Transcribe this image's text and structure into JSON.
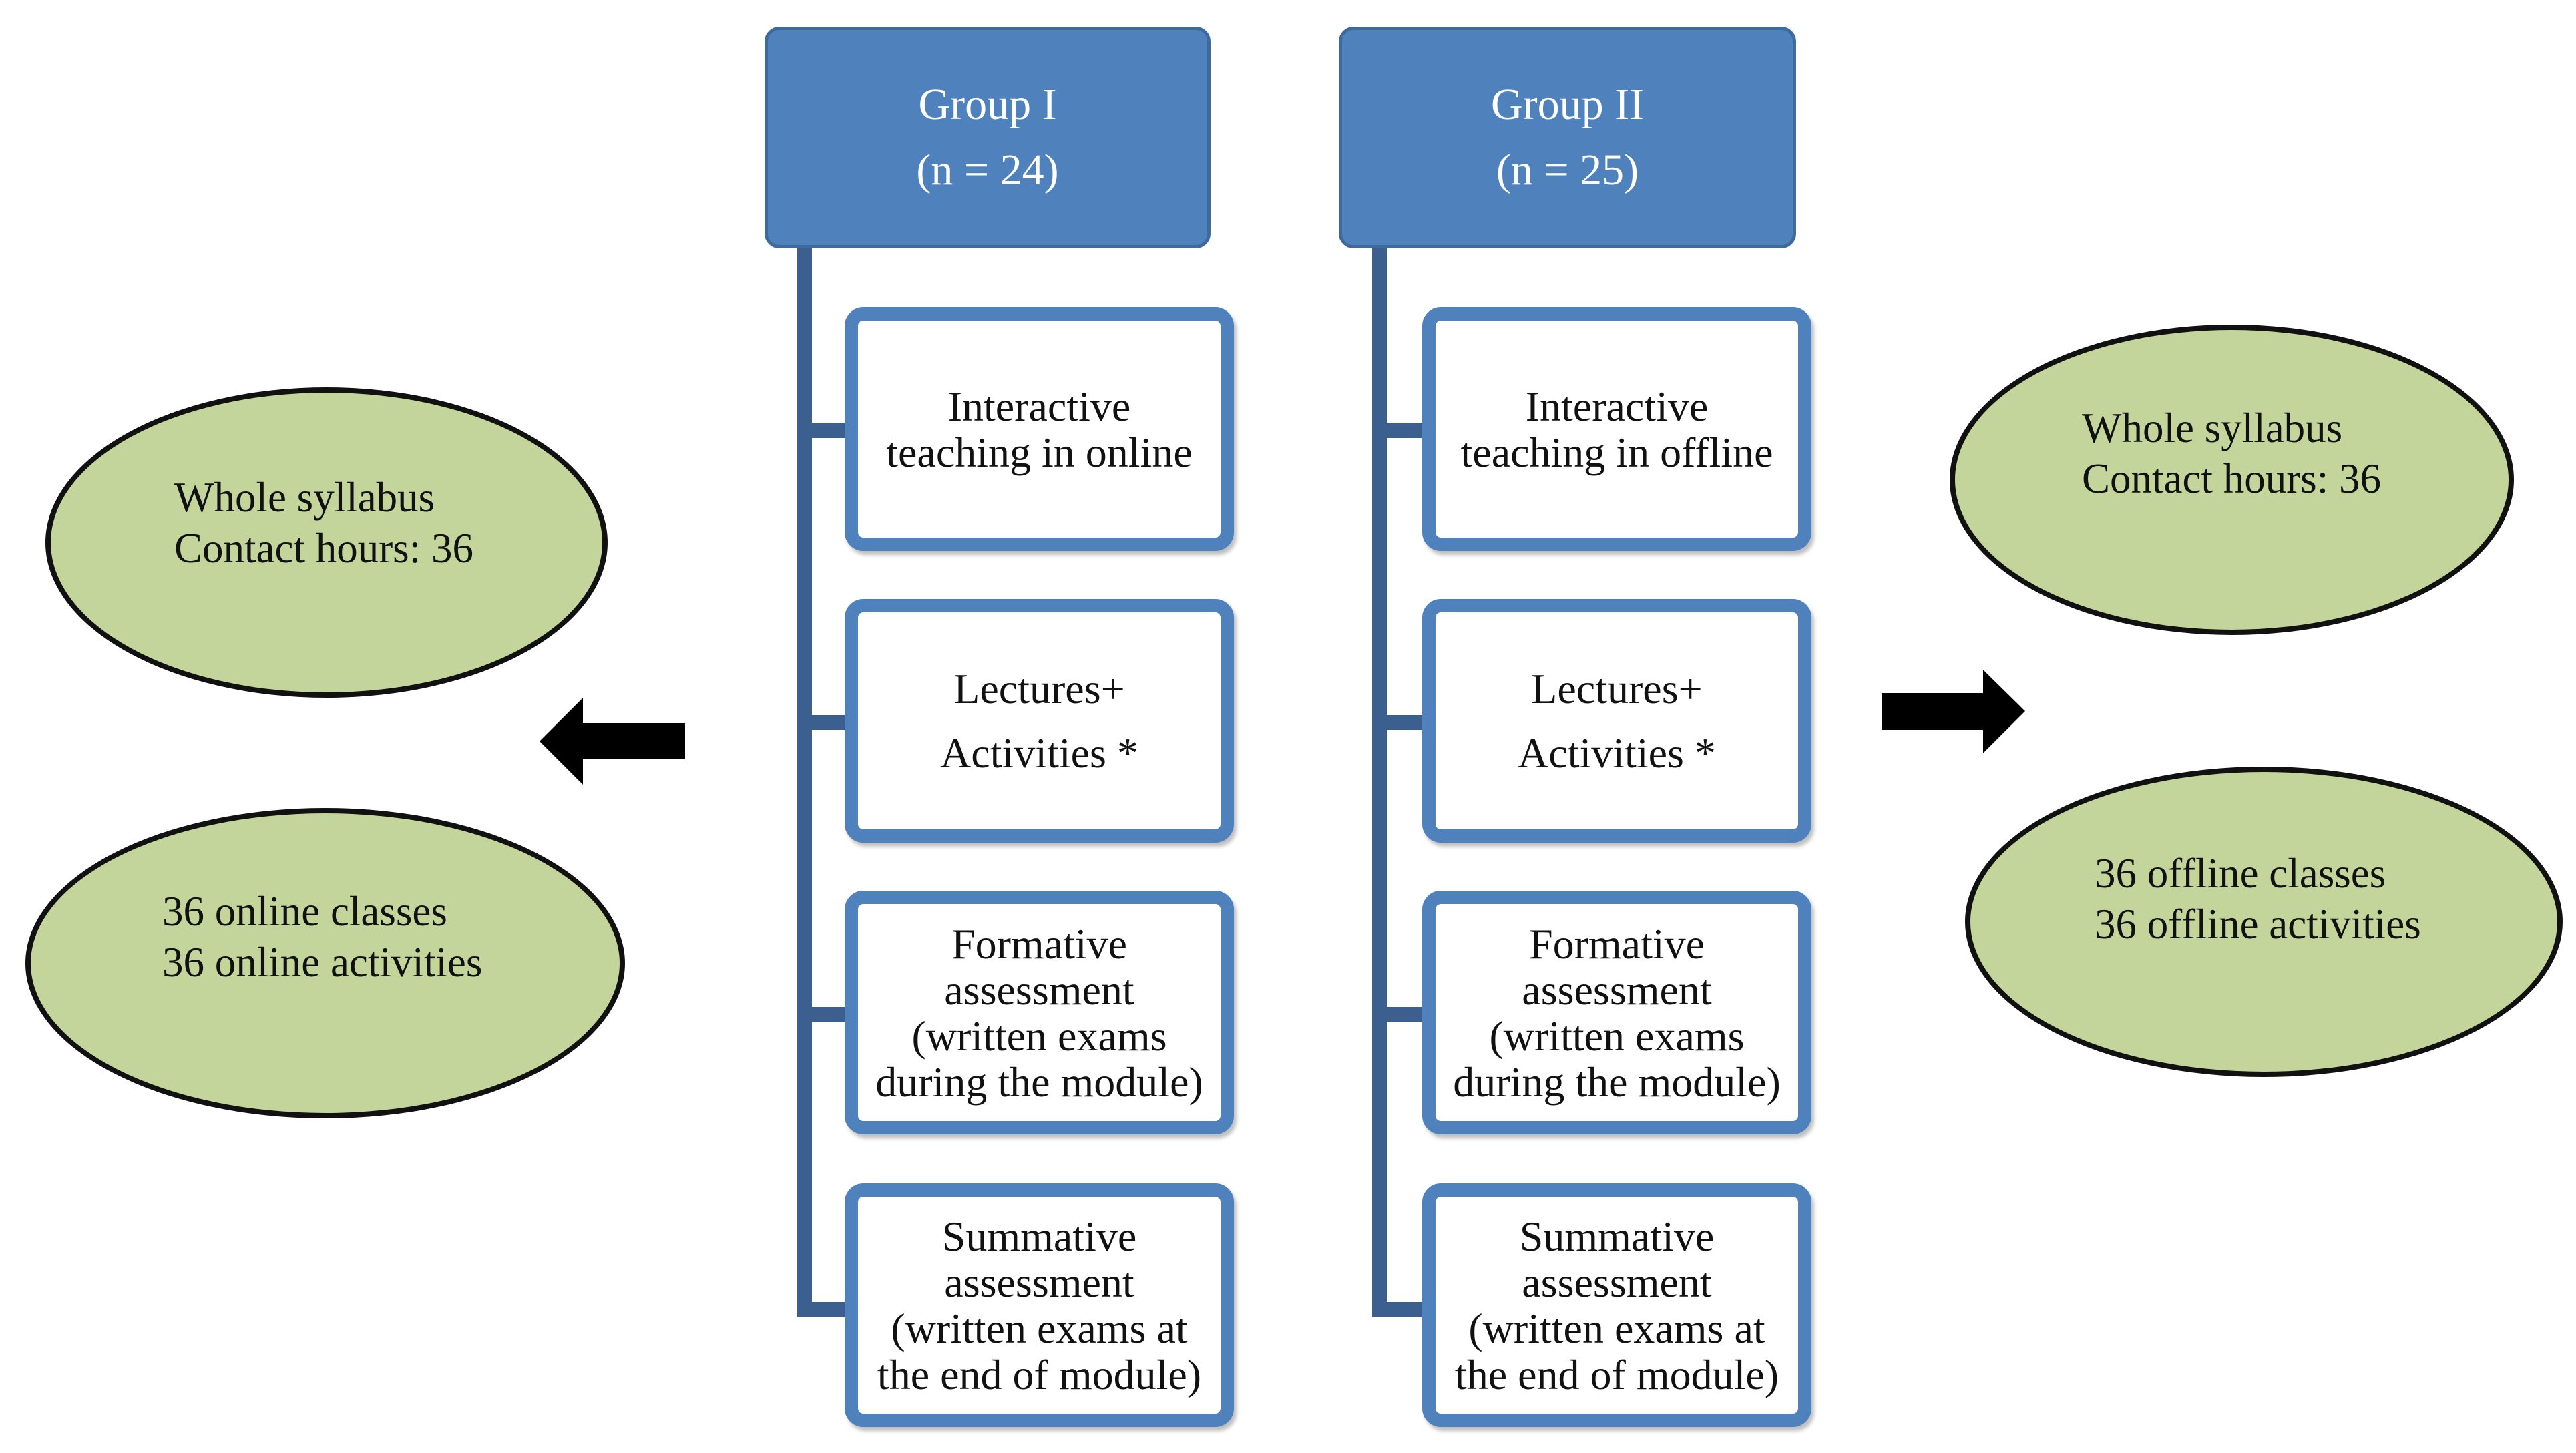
{
  "groups": [
    {
      "title": "Group I",
      "n": "(n = 24)",
      "steps": [
        [
          "Interactive",
          "teaching in online"
        ],
        [
          "Lectures+",
          "Activities *"
        ],
        [
          "Formative",
          "assessment",
          "(written exams",
          "during the module)"
        ],
        [
          "Summative",
          "assessment",
          "(written exams at",
          "the end of module)"
        ]
      ]
    },
    {
      "title": "Group II",
      "n": "(n = 25)",
      "steps": [
        [
          "Interactive",
          "teaching in offline"
        ],
        [
          "Lectures+",
          "Activities *"
        ],
        [
          "Formative",
          "assessment",
          "(written exams",
          "during the module)"
        ],
        [
          "Summative",
          "assessment",
          "(written exams at",
          "the end of module)"
        ]
      ]
    }
  ],
  "left": {
    "syllabus": [
      "Whole syllabus",
      "Contact hours: 36"
    ],
    "classes": [
      "36 online classes",
      "36 online activities"
    ]
  },
  "right": {
    "syllabus": [
      "Whole syllabus",
      "Contact hours: 36"
    ],
    "classes": [
      "36 offline classes",
      "36 offline activities"
    ]
  },
  "colors": {
    "header_fill": "#4f81bd",
    "box_border": "#4f81bd",
    "connector": "#3b5f8e",
    "oval_fill": "#c3d59b",
    "arrow": "#000000"
  },
  "icons": {
    "left_arrow": "arrow-left-icon",
    "right_arrow": "arrow-right-icon"
  }
}
